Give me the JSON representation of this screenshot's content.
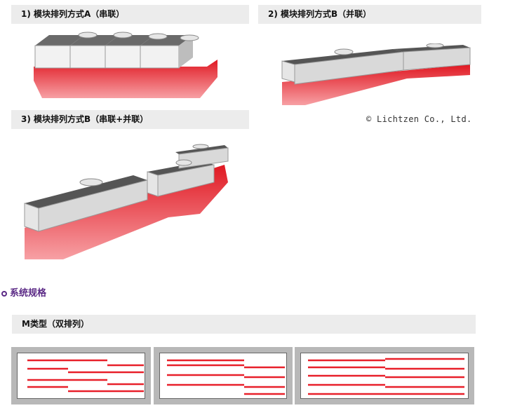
{
  "headers": {
    "h1": "1) 模块排列方式A（串联）",
    "h2": "2) 模块排列方式B（并联）",
    "h3": "3) 模块排列方式B（串联+并联）",
    "h4": "M类型（双排列）"
  },
  "copyright": "© Lichtzen Co., Ltd.",
  "section_title": "系统规格",
  "colors": {
    "light_red": "#e8202a",
    "panel_gray": "#b8b8b8",
    "section_purple": "#5b2a86"
  }
}
